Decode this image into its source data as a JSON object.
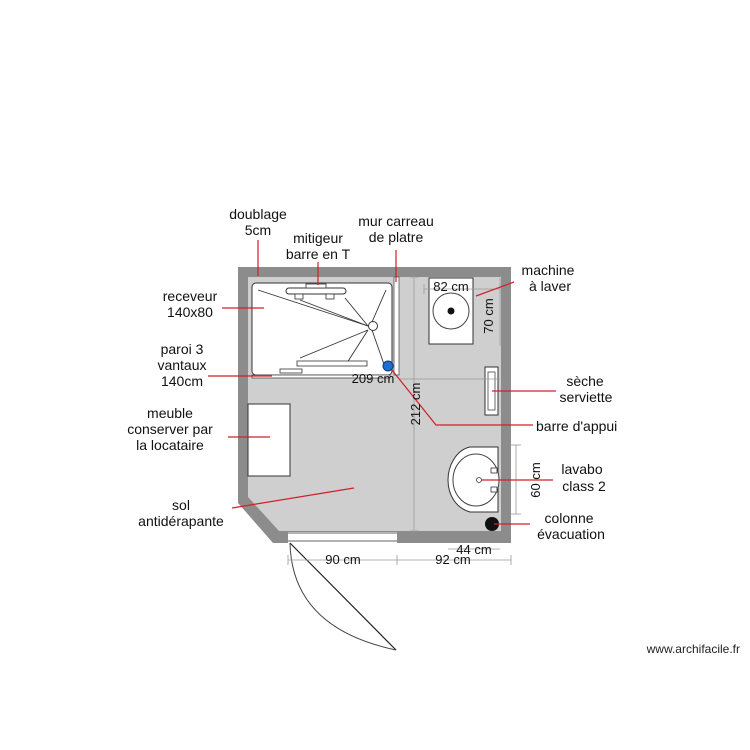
{
  "labels": {
    "doublage_1": "doublage",
    "doublage_2": "5cm",
    "mur_1": "mur carreau",
    "mur_2": "de platre",
    "mitigeur_1": "mitigeur",
    "mitigeur_2": "barre en T",
    "machine_1": "machine",
    "machine_2": "à laver",
    "receveur_1": "receveur",
    "receveur_2": "140x80",
    "paroi_1": "paroi 3",
    "paroi_2": "vantaux",
    "paroi_3": "140cm",
    "seche_1": "sèche",
    "seche_2": "serviette",
    "barre_appui": "barre d'appui",
    "meuble_1": "meuble",
    "meuble_2": "conserver par",
    "meuble_3": "la locataire",
    "lavabo_1": "lavabo",
    "lavabo_2": "class 2",
    "sol_1": "sol",
    "sol_2": "antidérapante",
    "colonne_1": "colonne",
    "colonne_2": "évacuation"
  },
  "dimensions": {
    "machine_width": "82 cm",
    "machine_depth": "70 cm",
    "shower_width": "209 cm",
    "room_height": "212 cm",
    "lavabo_depth": "60 cm",
    "lavabo_offset": "44 cm",
    "door_width": "90 cm",
    "right_width": "92 cm"
  },
  "watermark": "www.archifacile.fr",
  "colors": {
    "wall": "#8c8c8c",
    "floor": "#cfcfcf",
    "leader": "#d0202a",
    "drain": "#1e6fd0"
  }
}
